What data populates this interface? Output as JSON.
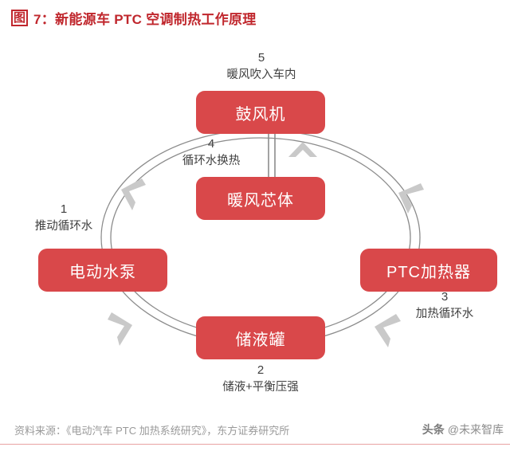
{
  "title": {
    "tag": "图",
    "text": "7：新能源车 PTC 空调制热工作原理"
  },
  "diagram": {
    "nodes": [
      {
        "id": "blower",
        "label": "鼓风机"
      },
      {
        "id": "heater-core",
        "label": "暖风芯体"
      },
      {
        "id": "electric-water-pump",
        "label": "电动水泵"
      },
      {
        "id": "ptc-heater",
        "label": "PTC加热器"
      },
      {
        "id": "liquid-tank",
        "label": "储液罐"
      }
    ],
    "steps": [
      {
        "num": "1",
        "text": "推动循环水"
      },
      {
        "num": "2",
        "text": "储液+平衡压强"
      },
      {
        "num": "3",
        "text": "加热循环水"
      },
      {
        "num": "4",
        "text": "循环水换热"
      },
      {
        "num": "5",
        "text": "暖风吹入车内"
      }
    ],
    "colors": {
      "node_fill": "#D9484A",
      "node_text": "#FFFFFF",
      "loop_line": "#8C8C8C",
      "arrow": "#C9C9C9",
      "title": "#C0272D",
      "rule": "#E8A3A3"
    }
  },
  "footer": {
    "source": "资料来源：《电动汽车 PTC 加热系统研究》，东方证券研究所",
    "watermark_logo": "头条",
    "watermark_text": "@未来智库"
  }
}
